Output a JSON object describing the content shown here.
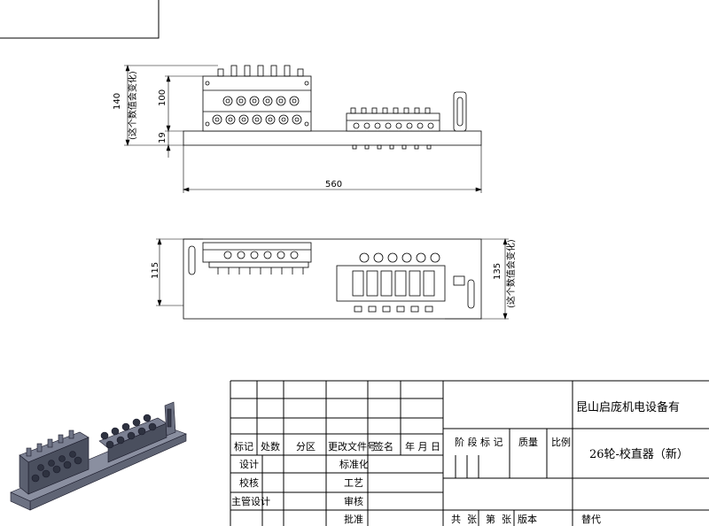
{
  "views": {
    "front": {
      "dims": {
        "overall_height": "140",
        "overall_height_note": "(这个数值会变化)",
        "upper_height": "100",
        "base_height": "19",
        "length": "560"
      }
    },
    "top": {
      "dims": {
        "left_width": "115",
        "right_width": "135",
        "right_width_note": "(这个数值会变化)"
      }
    }
  },
  "title_block": {
    "company": "昆山启庞机电设备有",
    "drawing_title": "26轮-校直器（新）",
    "row_labels": {
      "mark": "标记",
      "count": "处数",
      "zone": "分区",
      "change_doc": "更改文件号",
      "signature": "签名",
      "date": "年 月 日",
      "stage_mark": "阶 段 标 记",
      "weight": "质量",
      "scale": "比例"
    },
    "roles": {
      "design": "设计",
      "check": "校核",
      "chief_design": "主管设计",
      "standardize": "标准化",
      "process": "工艺",
      "review": "审核",
      "approve": "批准"
    },
    "footer": {
      "total": "共",
      "sheet_unit": "张",
      "sheet_no": "第",
      "sheet_unit2": "张",
      "version": "版本",
      "replace": "替代"
    }
  }
}
